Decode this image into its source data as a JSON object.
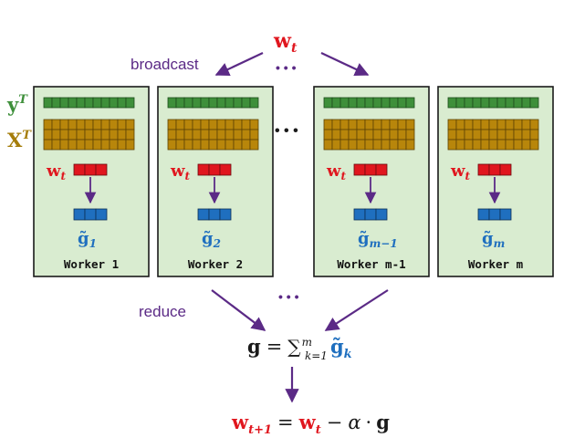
{
  "colors": {
    "purple": "#5b2a86",
    "red": "#e0161e",
    "blue": "#1f6fbf",
    "green_cell": "#3e8f3a",
    "gold_cell": "#b8860b",
    "gold_text": "#a57d0a",
    "green_text": "#3e8f3a",
    "worker_fill": "#d9ecd0",
    "dark": "#1a1a1a"
  },
  "top": {
    "w_symbol": "w",
    "w_sub": "t",
    "broadcast_label": "broadcast",
    "dots": "• • •"
  },
  "row_labels": {
    "y": "y",
    "x": "X",
    "sup": "T"
  },
  "workers": [
    {
      "label": "Worker 1",
      "w": "w",
      "w_sub": "t",
      "g": "g̃",
      "g_sub": "1"
    },
    {
      "label": "Worker 2",
      "w": "w",
      "w_sub": "t",
      "g": "g̃",
      "g_sub": "2"
    },
    {
      "label": "Worker m-1",
      "w": "w",
      "w_sub": "t",
      "g": "g̃",
      "g_sub": "m−1"
    },
    {
      "label": "Worker m",
      "w": "w",
      "w_sub": "t",
      "g": "g̃",
      "g_sub": "m"
    }
  ],
  "mid_dots": "• • •",
  "bottom_dots": "• • •",
  "reduce": {
    "label": "reduce",
    "lhs": "g",
    "eq": "=",
    "sum": "∑",
    "sum_sup": "m",
    "sum_sub": "k=1",
    "g": "g̃",
    "g_sub": "k"
  },
  "update": {
    "w": "w",
    "w_sub_new": "t+1",
    "eq": "=",
    "w_sub_old": "t",
    "minus": "−",
    "alpha": "α",
    "dot": "·",
    "g": "g"
  }
}
